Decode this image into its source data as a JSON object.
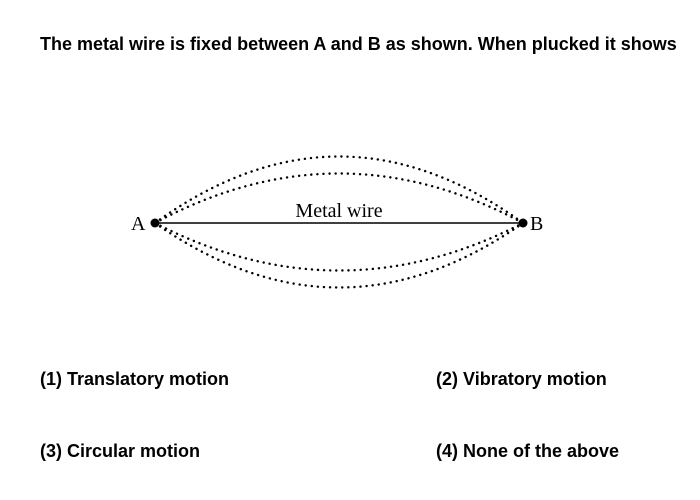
{
  "question": {
    "text": "The metal wire is fixed between A and B as shown. When plucked it shows"
  },
  "diagram": {
    "point_a_label": "A",
    "point_b_label": "B",
    "wire_label": "Metal wire"
  },
  "options": [
    {
      "number": "(1)",
      "text": "Translatory motion"
    },
    {
      "number": "(2)",
      "text": "Vibratory motion"
    },
    {
      "number": "(3)",
      "text": "Circular motion"
    },
    {
      "number": "(4)",
      "text": "None of the above"
    }
  ],
  "colors": {
    "text": "#000000",
    "background": "#ffffff"
  }
}
